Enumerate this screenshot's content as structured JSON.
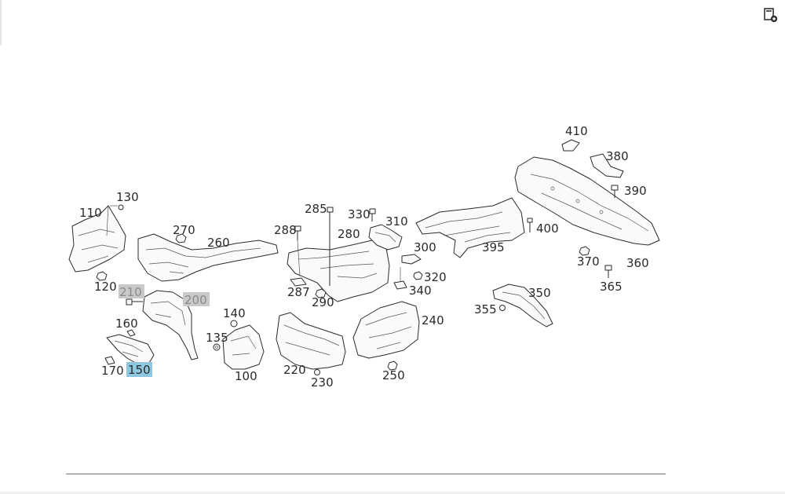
{
  "toolbar": {
    "add_note_icon": "note-add-icon"
  },
  "colors": {
    "selected_highlight": "#8ec8e0",
    "secondary_highlight": "#c9c9c9",
    "line": "#2b2b2b"
  },
  "labels": {
    "p100": "100",
    "p110": "110",
    "p120": "120",
    "p130": "130",
    "p135": "135",
    "p140": "140",
    "p150": "150",
    "p160": "160",
    "p170": "170",
    "p200": "200",
    "p210": "210",
    "p220": "220",
    "p230": "230",
    "p240": "240",
    "p250": "250",
    "p260": "260",
    "p270": "270",
    "p280": "280",
    "p285": "285",
    "p287": "287",
    "p288": "288",
    "p290": "290",
    "p300": "300",
    "p310": "310",
    "p320": "320",
    "p330": "330",
    "p340": "340",
    "p350": "350",
    "p355": "355",
    "p360": "360",
    "p365": "365",
    "p370": "370",
    "p380": "380",
    "p390": "390",
    "p395": "395",
    "p400": "400",
    "p410": "410"
  }
}
